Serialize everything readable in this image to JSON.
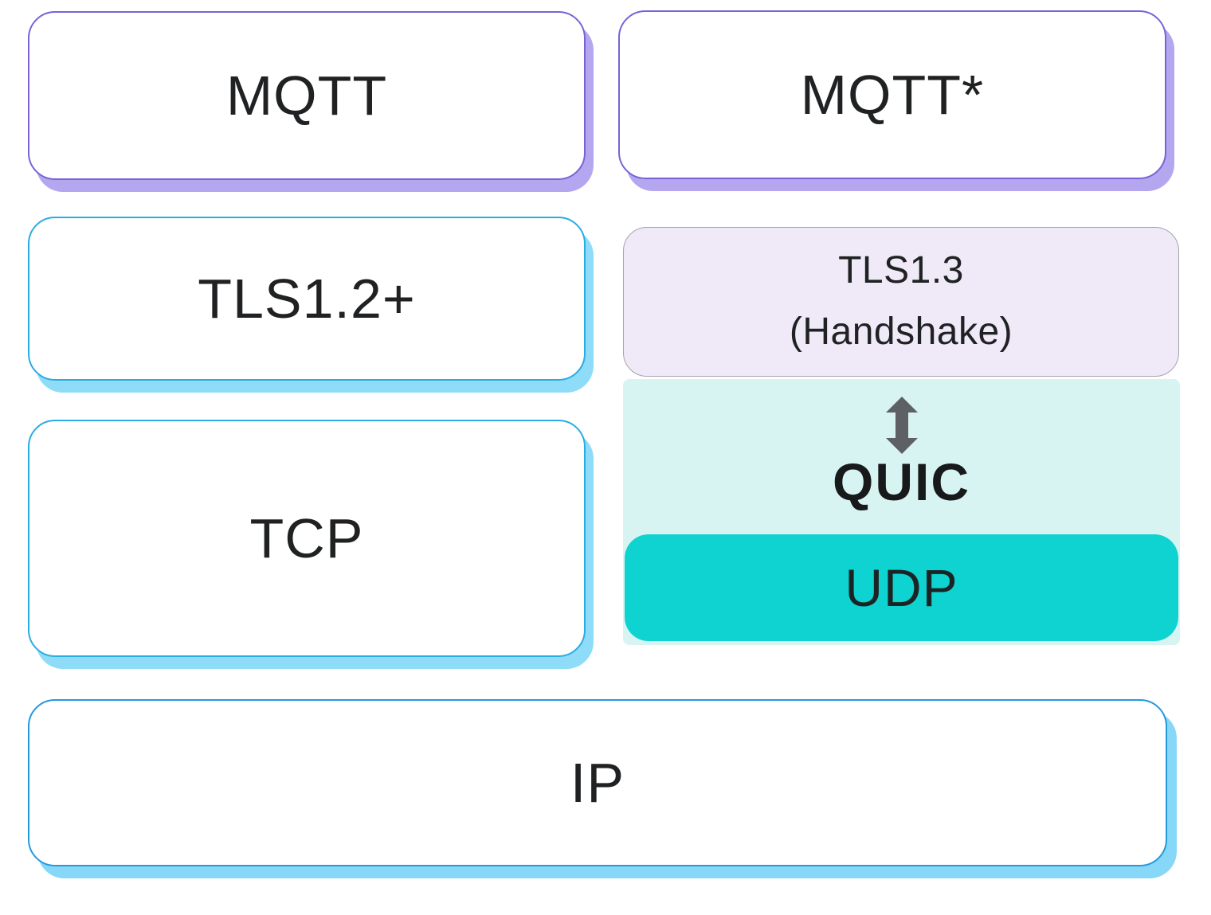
{
  "left_stack": {
    "mqtt_label": "MQTT",
    "tls_label": "TLS1.2+",
    "tcp_label": "TCP"
  },
  "right_stack": {
    "mqtt_label": "MQTT*",
    "tls13_line1": "TLS1.3",
    "tls13_line2": "(Handshake)",
    "quic_label": "QUIC",
    "udp_label": "UDP"
  },
  "bottom_row": {
    "ip_label": "IP"
  },
  "icons": {
    "arrow": "bidirectional-vertical-arrow"
  },
  "colors": {
    "purple_border": "#7a62d6",
    "purple_shadow": "#b4a7ef",
    "cyan_border": "#29ace3",
    "cyan_shadow": "#8edcf8",
    "ip_border": "#2499dc",
    "tls13_fill": "#efe9f8",
    "tls13_border": "#a6a4ae",
    "quic_group_fill": "#d8f4f2",
    "udp_fill": "#0ed3d0",
    "arrow_gray": "#5d6166",
    "text": "#1f2122",
    "background": "#ffffff"
  }
}
